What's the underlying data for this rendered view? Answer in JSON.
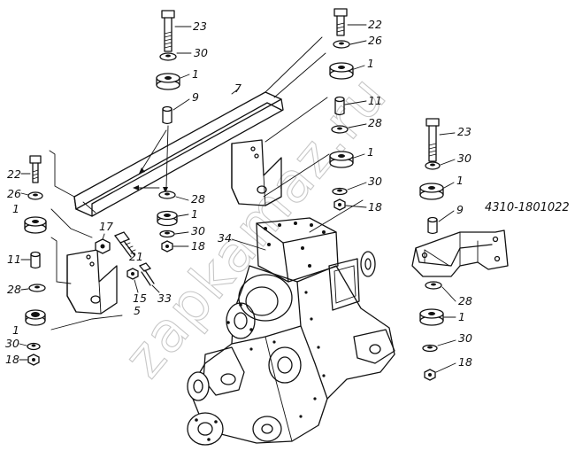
{
  "watermark": "zapkamaz.ru",
  "corner_mark": "",
  "assembly_code": "4310-1801022",
  "callouts": {
    "c23a": "23",
    "c30a": "30",
    "c1a": "1",
    "c9a": "9",
    "c7": "7",
    "c22a": "22",
    "c26a": "26",
    "c1b": "1",
    "c11a": "11",
    "c28a": "28",
    "c1c": "1",
    "c30b": "30",
    "c18a": "18",
    "c23b": "23",
    "c30c": "30",
    "c1d": "1",
    "c9b": "9",
    "c22b": "22",
    "c26b": "26",
    "c28b": "28",
    "c1e": "1",
    "c30d": "30",
    "c18b": "18",
    "c34": "34",
    "c1f": "1",
    "c11b": "11",
    "c17": "17",
    "c21": "21",
    "c28c": "28",
    "c15": "15",
    "c33": "33",
    "c5": "5",
    "c1g": "1",
    "c30e": "30",
    "c18c": "18",
    "c28d": "28",
    "c1h": "1",
    "c30f": "30",
    "c18d": "18"
  }
}
